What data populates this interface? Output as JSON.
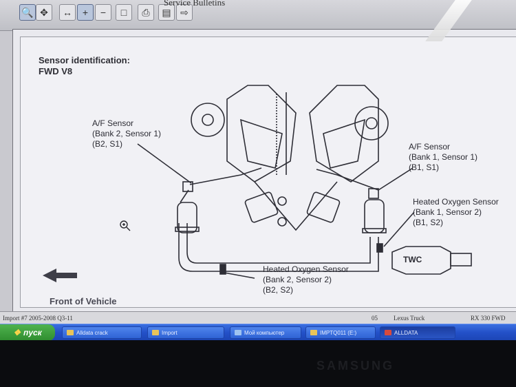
{
  "toolbar": {
    "title": "Service Bulletins",
    "icons": [
      "zoom-icon",
      "move-icon",
      "fit-width-icon",
      "zoom-in-icon",
      "zoom-out-icon",
      "zoom-page-icon",
      "print-icon",
      "save-icon",
      "export-icon"
    ]
  },
  "document": {
    "title_line1": "Sensor identification:",
    "title_line2": "FWD V8",
    "labels": {
      "af_b2s1": [
        "A/F Sensor",
        "(Bank 2, Sensor 1)",
        "(B2, S1)"
      ],
      "af_b1s1": [
        "A/F Sensor",
        "(Bank 1, Sensor 1)",
        "(B1, S1)"
      ],
      "ho2_b1s2": [
        "Heated Oxygen Sensor",
        "(Bank 1, Sensor 2)",
        "(B1, S2)"
      ],
      "ho2_b2s2": [
        "Heated Oxygen Sensor",
        "(Bank 2, Sensor 2)",
        "(B2, S2)"
      ],
      "twc": "TWC",
      "front": "Front of Vehicle"
    }
  },
  "statusbar": {
    "left": "Import #7 2005-2008 Q3-11",
    "mid1": "05",
    "mid2": "Lexus Truck",
    "right": "RX 330 FWD"
  },
  "taskbar": {
    "start": "пуск",
    "tasks": [
      "Alldata crack",
      "Import",
      "Мой компьютер",
      "IMPTQ011 (E:)",
      "ALLDATA"
    ]
  },
  "monitor": {
    "brand": "SAMSUNG"
  }
}
